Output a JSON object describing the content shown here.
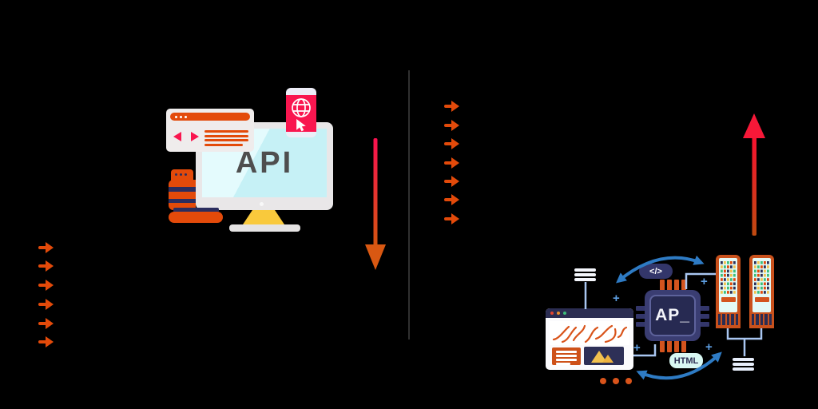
{
  "scene": {
    "background_color": "#000000",
    "divider_present": true
  },
  "bullet_lists": {
    "left_panel_bullet_count": 6,
    "right_panel_bullet_count": 7,
    "bullet_color": "#E34A0A"
  },
  "flow_arrows": {
    "down_arrow_gradient": [
      "#FA1150",
      "#D4560F"
    ],
    "up_arrow_gradient": [
      "#BF4A10",
      "#FA1030"
    ]
  },
  "api_illustration": {
    "monitor_screen_label": "API"
  },
  "backend_illustration": {
    "chip_label": "AP_",
    "code_badge_label": "</>",
    "html_badge_label": "HTML",
    "server_count": 2,
    "cycle_arrow_color": "#2E7BC4"
  },
  "colors": {
    "orange": "#E34A0A",
    "burnt_orange": "#C9511C",
    "crimson": "#F9164F",
    "navy": "#2E3057",
    "screen_cyan": "#C6F1F6",
    "pale_cyan": "#D9F8F3",
    "yellow": "#F9C93C",
    "light_gray": "#E9E7E8",
    "blue_arrow": "#2E7BC4",
    "light_blue_line": "#A9C6F1",
    "green": "#3DBE7B"
  }
}
